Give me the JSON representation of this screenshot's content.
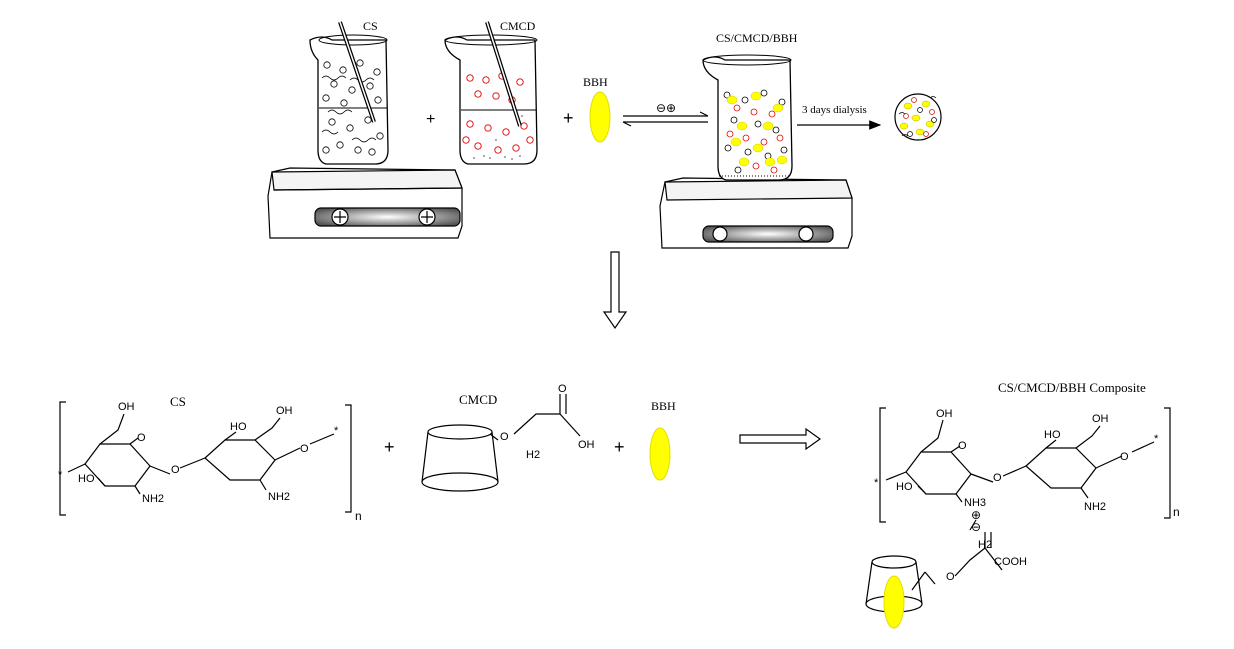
{
  "top": {
    "cs_label": "CS",
    "cmcd_label": "CMCD",
    "bbh_label": "BBH",
    "product_label": "CS/CMCD/BBH",
    "plus": "+",
    "charge_pair": "⊖⊕",
    "dialysis_label": "3 days dialysis"
  },
  "bottom": {
    "cs_label": "CS",
    "cmcd_label": "CMCD",
    "bbh_label": "BBH",
    "composite_label": "CS/CMCD/BBH Composite",
    "plus": "+",
    "oh": "OH",
    "ho": "HO",
    "nh2": "NH2",
    "nh3": "NH3",
    "o": "O",
    "h2": "H2",
    "cooh": "COOH",
    "n": "n",
    "star": "*",
    "charge_pos": "⊕",
    "charge_neg": "⊖"
  },
  "colors": {
    "line": "#000000",
    "yellow": "#ffff00",
    "red": "#e00000"
  }
}
